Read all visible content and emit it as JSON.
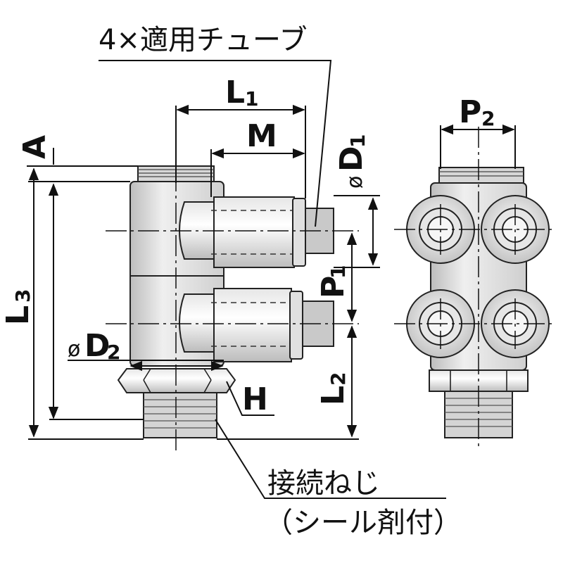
{
  "labels": {
    "tube": "4×適用チューブ",
    "L1_main": "L",
    "L1_sub": "1",
    "M": "M",
    "A": "A",
    "D1_prefix": "ø",
    "D1_main": "D",
    "D1_sub": "1",
    "P2_main": "P",
    "P2_sub": "2",
    "L3_main": "L",
    "L3_sub": "3",
    "P1_main": "P",
    "P1_sub": "1",
    "D2_prefix": "ø",
    "D2_main": "D",
    "D2_sub": "2",
    "L2_main": "L",
    "L2_sub": "2",
    "H": "H",
    "thread_line1": "接続ねじ",
    "thread_line2": "（シール剤付）"
  }
}
